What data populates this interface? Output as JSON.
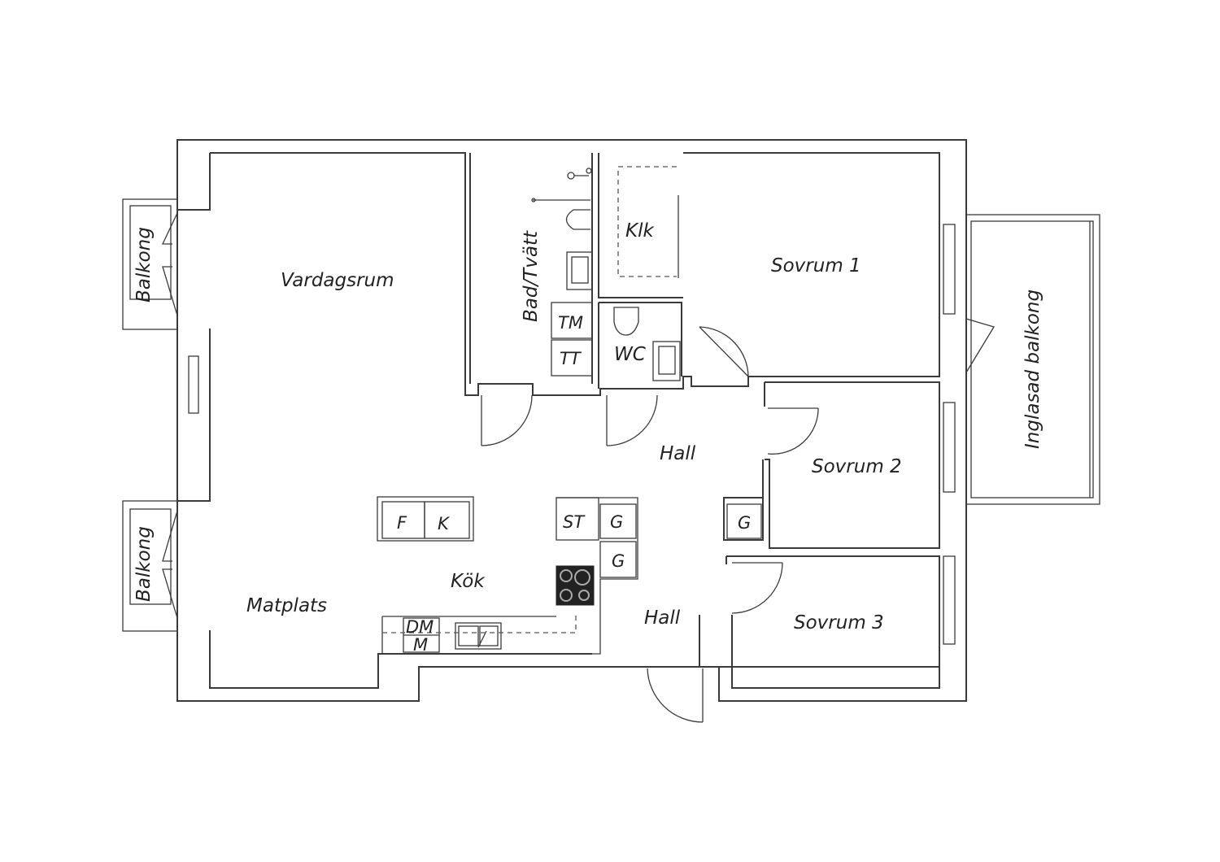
{
  "rooms": {
    "vardagsrum": "Vardagsrum",
    "matplats": "Matplats",
    "kok": "Kök",
    "bad": "Bad/Tvätt",
    "klk": "Klk",
    "wc": "WC",
    "hall_upper": "Hall",
    "hall_lower": "Hall",
    "sovrum1": "Sovrum 1",
    "sovrum2": "Sovrum 2",
    "sovrum3": "Sovrum 3",
    "balkong_upper": "Balkong",
    "balkong_lower": "Balkong",
    "inglasad": "Inglasad balkong"
  },
  "fixtures": {
    "tm": "TM",
    "tt": "TT",
    "f": "F",
    "k": "K",
    "st": "ST",
    "g1": "G",
    "g2": "G",
    "g3": "G",
    "dm": "DM",
    "m": "M"
  },
  "colors": {
    "wall": "#3a3a3a",
    "stove": "#222222",
    "background": "#ffffff"
  }
}
